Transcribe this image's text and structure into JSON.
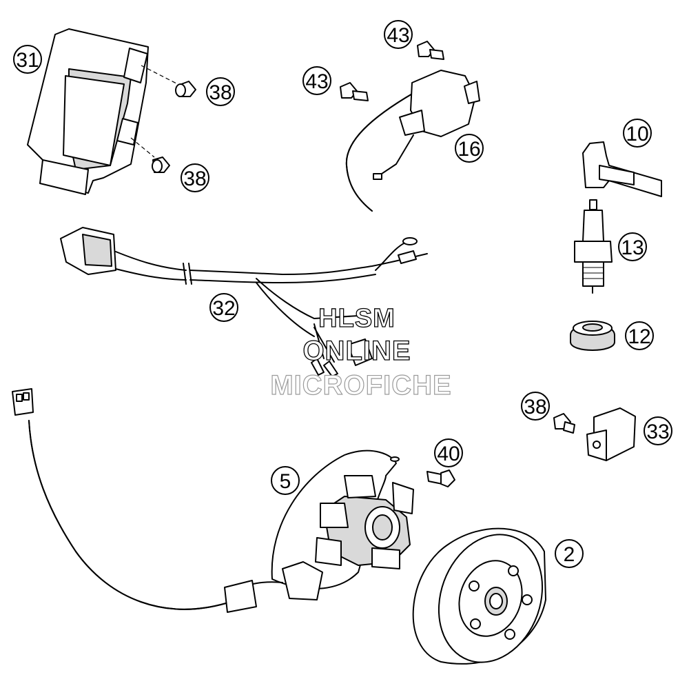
{
  "diagram": {
    "callouts": [
      {
        "id": "c31",
        "label": "31"
      },
      {
        "id": "c38a",
        "label": "38"
      },
      {
        "id": "c38b",
        "label": "38"
      },
      {
        "id": "c43a",
        "label": "43"
      },
      {
        "id": "c43b",
        "label": "43"
      },
      {
        "id": "c16",
        "label": "16"
      },
      {
        "id": "c10",
        "label": "10"
      },
      {
        "id": "c13",
        "label": "13"
      },
      {
        "id": "c12",
        "label": "12"
      },
      {
        "id": "c32",
        "label": "32"
      },
      {
        "id": "c38c",
        "label": "38"
      },
      {
        "id": "c33",
        "label": "33"
      },
      {
        "id": "c40",
        "label": "40"
      },
      {
        "id": "c5",
        "label": "5"
      },
      {
        "id": "c2",
        "label": "2"
      }
    ],
    "watermark": {
      "line1": "HLSM",
      "line2": "ONLINE",
      "line3": "MICROFICHE"
    }
  }
}
